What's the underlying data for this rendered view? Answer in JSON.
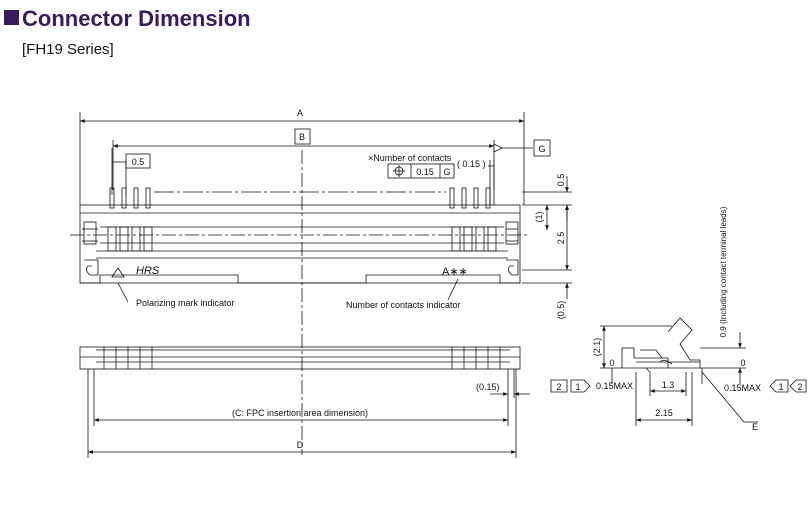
{
  "header": {
    "title": "Connector Dimension",
    "series": "[FH19 Series]"
  },
  "dimensions": {
    "A": "A",
    "B": "B",
    "D": "D",
    "G": "G",
    "E": "E",
    "c_label": "(C: FPC insertion area dimension)",
    "pitch": "0.5",
    "contacts_note": "×Number of contacts",
    "paren_015": "( 0.15 )",
    "tol_symbol": "⊕",
    "tol_value": "0.15",
    "tol_ref": "G",
    "dim_05": "0.5",
    "dim_1": "(1)",
    "dim_25": "2.5",
    "dim_05_paren": "(0.5)",
    "dim_015_paren": "(0.15)",
    "dim_21": "(2.1)",
    "dim_09": "0.9 (Including contact terminal leads)",
    "dim_0_left": "0",
    "dim_0_right": "0",
    "dim_13": "1.3",
    "dim_215": "2.15",
    "max_left": "0.15MAX",
    "max_right": "0.15MAX",
    "flag_2": "2",
    "flag_1": "1"
  },
  "labels": {
    "polarizing": "Polarizing mark indicator",
    "contacts_indicator": "Number of contacts indicator",
    "mark_text": "A∗∗",
    "hrs": "HRS"
  }
}
